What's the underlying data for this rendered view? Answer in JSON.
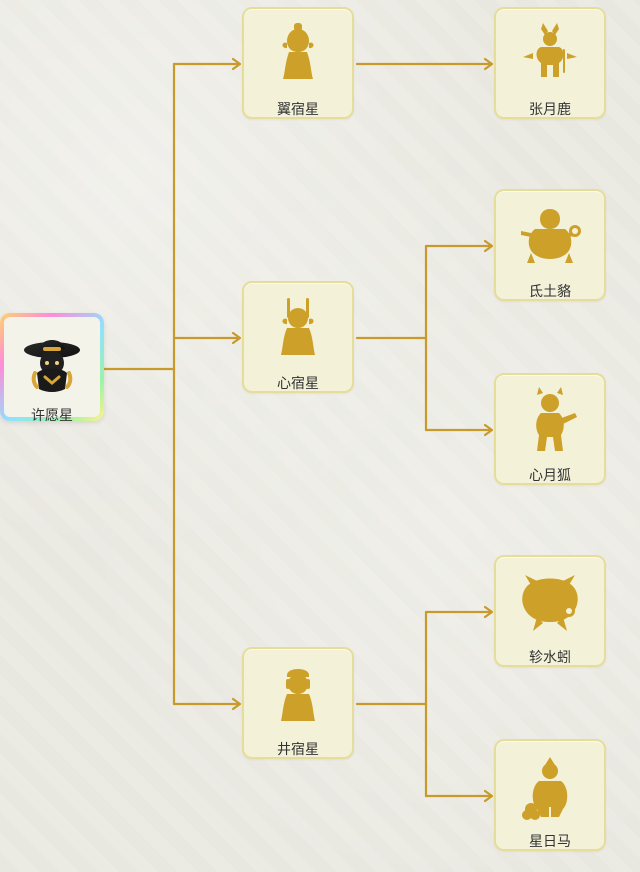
{
  "accent_color": "#c79a2b",
  "silhouette_color": "#cda02a",
  "card_background": "#f3f2d9",
  "nodes": {
    "root": {
      "label": "许愿星",
      "icon": "wish-star-avatar"
    },
    "wing": {
      "label": "翼宿星",
      "icon": "silhouette-wing"
    },
    "zhang": {
      "label": "张月鹿",
      "icon": "silhouette-deer"
    },
    "heart": {
      "label": "心宿星",
      "icon": "silhouette-heart"
    },
    "di": {
      "label": "氐土貉",
      "icon": "silhouette-raccoon"
    },
    "fox": {
      "label": "心月狐",
      "icon": "silhouette-fox"
    },
    "well": {
      "label": "井宿星",
      "icon": "silhouette-well"
    },
    "yin": {
      "label": "轸水蚓",
      "icon": "silhouette-worm"
    },
    "horse": {
      "label": "星日马",
      "icon": "silhouette-horse"
    }
  }
}
